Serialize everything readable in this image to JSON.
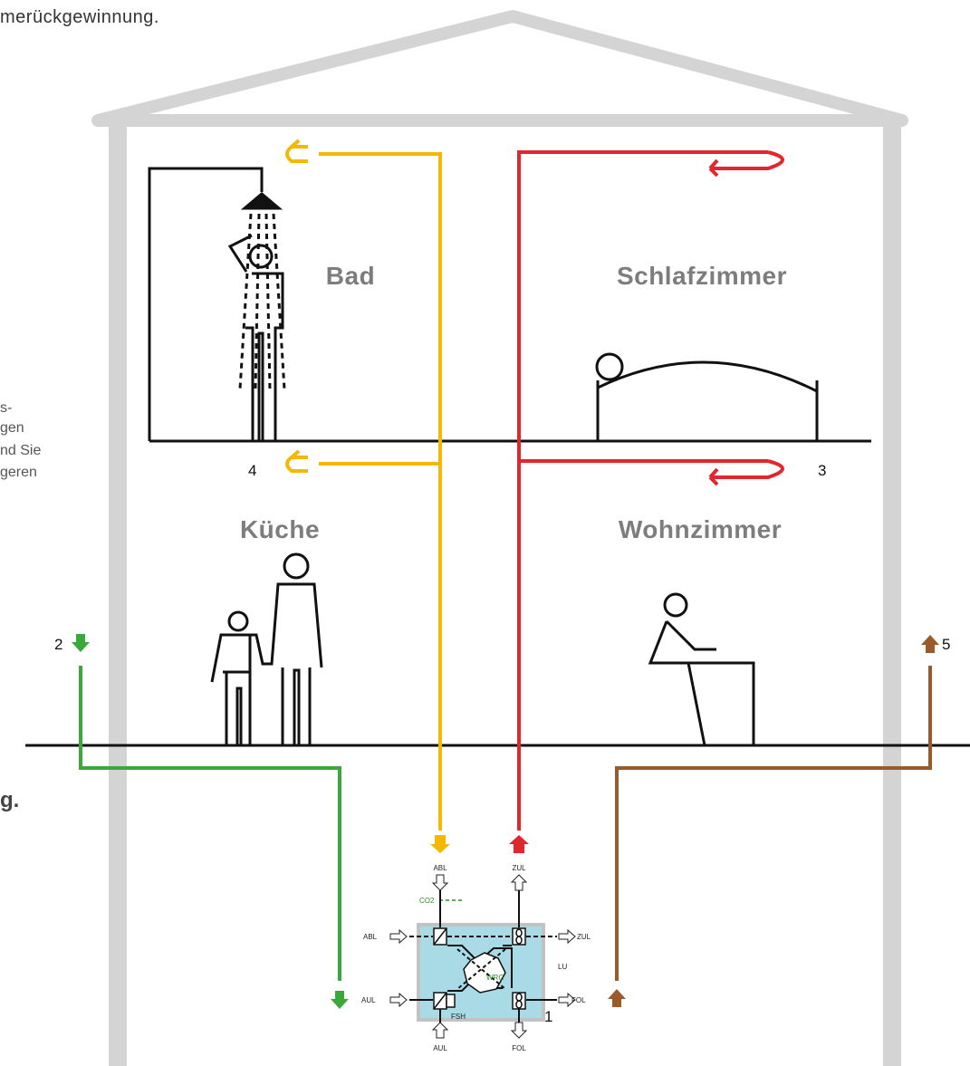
{
  "side_text": {
    "top_fragment": "merückgewinnung.",
    "para_lines": [
      "",
      "s-",
      "gen",
      "nd Sie",
      "geren"
    ],
    "heading_fragment": "g."
  },
  "rooms": {
    "bath": "Bad",
    "bedroom": "Schlafzimmer",
    "kitchen": "Küche",
    "living": "Wohnzimmer"
  },
  "numbers": {
    "n1": "1",
    "n2": "2",
    "n3": "3",
    "n4": "4",
    "n5": "5"
  },
  "unit_labels": {
    "abl_top": "ABL",
    "zul_top": "ZUL",
    "co2": "CO2",
    "abl_left": "ABL",
    "zul_right": "ZUL",
    "lu": "LU",
    "wrg": "WRG",
    "aul_left": "AUL",
    "fol_right": "FOL",
    "fsh": "FSH",
    "aul_bottom": "AUL",
    "fol_bottom": "FOL"
  },
  "colors": {
    "house": "#d4d4d4",
    "exhaust_yellow": "#f5b800",
    "supply_red": "#e3262e",
    "outdoor_green": "#3aa83a",
    "exit_brown": "#9a5a2a",
    "unit_fill": "#a9dbe6",
    "figures": "#111111"
  }
}
